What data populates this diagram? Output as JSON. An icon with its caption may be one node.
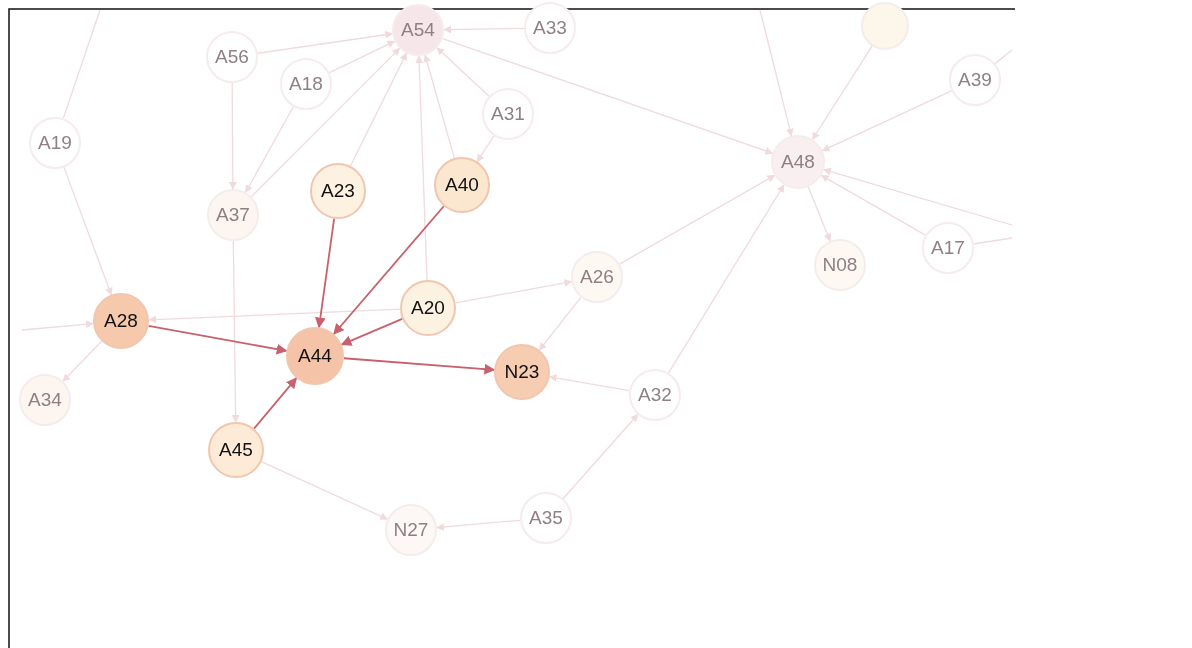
{
  "diagram": {
    "nodes": [
      {
        "text": [
          "A54"
        ]
      },
      {
        "text": [
          "A33"
        ]
      },
      {
        "text": [
          "A56"
        ]
      },
      {
        "text": [
          "A18"
        ]
      },
      {
        "text": [
          "A19"
        ]
      },
      {
        "text": [
          "A31"
        ]
      },
      {
        "text": [
          "A23"
        ]
      },
      {
        "text": [
          "A40"
        ]
      },
      {
        "text": [
          "A37"
        ]
      },
      {
        "text": [
          "A48"
        ]
      },
      {
        "text": [],
        "shape": "circle"
      },
      {
        "text": [
          "A39"
        ]
      },
      {
        "text": [
          "A26"
        ]
      },
      {
        "text": [
          "N08"
        ]
      },
      {
        "text": [
          "A17"
        ]
      },
      {
        "text": [
          "A28"
        ]
      },
      {
        "text": [
          "A20"
        ]
      },
      {
        "text": [
          "A44"
        ]
      },
      {
        "text": [
          "N23"
        ]
      },
      {
        "text": [
          "A34"
        ]
      },
      {
        "text": [
          "A32"
        ]
      },
      {
        "text": [
          "A45"
        ]
      },
      {
        "text": [
          "A35"
        ]
      },
      {
        "text": [
          "N27"
        ]
      }
    ],
    "edges": [
      {
        "from": 2,
        "to": 0,
        "arrow": "to"
      },
      {
        "from": 1,
        "to": 0,
        "arrow": "to"
      },
      {
        "from": 3,
        "to": 0,
        "arrow": "to"
      },
      {
        "from": 8,
        "to": 0,
        "arrow": "to"
      },
      {
        "from": 6,
        "to": 0,
        "arrow": "to"
      },
      {
        "from": 16,
        "to": 0,
        "arrow": "to"
      },
      {
        "from": 7,
        "to": 0,
        "arrow": "to"
      },
      {
        "from": 5,
        "to": 0,
        "arrow": "to"
      },
      {
        "from": 5,
        "to": 7,
        "arrow": "to"
      },
      {
        "from": 0,
        "to": 9,
        "arrow": "to"
      },
      {
        "from": 2,
        "to": 8,
        "arrow": "to"
      },
      {
        "from": 3,
        "to": 8,
        "arrow": "to"
      },
      {
        "from": null,
        "to": 4,
        "arrow": "none"
      },
      {
        "from": 4,
        "to": 15,
        "arrow": "to"
      },
      {
        "from": null,
        "to": 15,
        "arrow": "to"
      },
      {
        "from": 15,
        "to": 19,
        "arrow": "to"
      },
      {
        "from": 16,
        "to": 15,
        "arrow": "to"
      },
      {
        "from": 8,
        "to": 21,
        "arrow": "to"
      },
      {
        "from": 6,
        "to": 17,
        "arrow": "to",
        "color": "#c8606e"
      },
      {
        "from": 7,
        "to": 17,
        "arrow": "to",
        "color": "#c8606e"
      },
      {
        "from": 16,
        "to": 17,
        "arrow": "to",
        "color": "#c8606e"
      },
      {
        "from": 15,
        "to": 17,
        "arrow": "to",
        "color": "#c8606e"
      },
      {
        "from": 21,
        "to": 17,
        "arrow": "to",
        "color": "#c8606e"
      },
      {
        "from": 17,
        "to": 18,
        "arrow": "to",
        "color": "#c8606e"
      },
      {
        "from": 16,
        "to": 12,
        "arrow": "to"
      },
      {
        "from": 12,
        "to": 9,
        "arrow": "to"
      },
      {
        "from": 12,
        "to": 18,
        "arrow": "to"
      },
      {
        "from": 20,
        "to": 18,
        "arrow": "to"
      },
      {
        "from": 20,
        "to": 9,
        "arrow": "to"
      },
      {
        "from": 22,
        "to": 20,
        "arrow": "to"
      },
      {
        "from": 22,
        "to": 23,
        "arrow": "to"
      },
      {
        "from": 21,
        "to": 23,
        "arrow": "to"
      },
      {
        "from": null,
        "to": 9,
        "arrow": "to"
      },
      {
        "from": 10,
        "to": 9,
        "arrow": "to"
      },
      {
        "from": 11,
        "to": 9,
        "arrow": "to"
      },
      {
        "from": 9,
        "to": 13,
        "arrow": "to"
      },
      {
        "from": 14,
        "to": 9,
        "arrow": "to"
      },
      {
        "from": null,
        "to": 9,
        "arrow": "to"
      },
      {
        "from": null,
        "to": 14,
        "arrow": "none"
      },
      {
        "from": 11,
        "to": null,
        "arrow": "none"
      }
    ]
  }
}
